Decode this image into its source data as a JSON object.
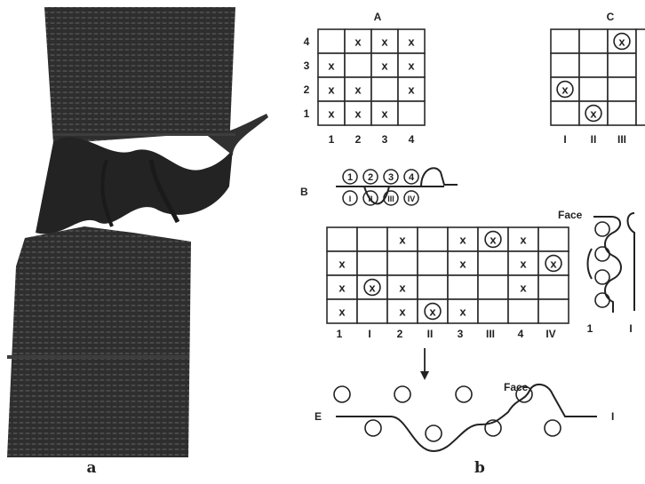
{
  "captions": {
    "photo": "a",
    "diagram": "b"
  },
  "mark_symbol": "x",
  "grid_A": {
    "title": "A",
    "row_labels": [
      "4",
      "3",
      "2",
      "1"
    ],
    "col_labels": [
      "1",
      "2",
      "3",
      "4"
    ],
    "cells": [
      [
        "",
        "x",
        "x",
        "x"
      ],
      [
        "x",
        "",
        "x",
        "x"
      ],
      [
        "x",
        "x",
        "",
        "x"
      ],
      [
        "x",
        "x",
        "x",
        ""
      ]
    ]
  },
  "grid_C": {
    "title": "C",
    "col_labels": [
      "I",
      "II",
      "III"
    ],
    "cells": [
      [
        "",
        "",
        "ox"
      ],
      [
        "",
        "",
        ""
      ],
      [
        "ox",
        "",
        ""
      ],
      [
        "",
        "ox",
        ""
      ]
    ]
  },
  "cross_section_B": {
    "label": "B",
    "top_numbers": [
      "1",
      "2",
      "3",
      "4"
    ],
    "bottom_numbers": [
      "I",
      "II",
      "III",
      "IV"
    ]
  },
  "grid_main": {
    "col_labels": [
      "1",
      "I",
      "2",
      "II",
      "3",
      "III",
      "4",
      "IV"
    ],
    "cells": [
      [
        "",
        "",
        "x",
        "",
        "x",
        "ox",
        "x",
        ""
      ],
      [
        "x",
        "",
        "",
        "",
        "x",
        "",
        "x",
        "ox"
      ],
      [
        "x",
        "ox",
        "x",
        "",
        "",
        "",
        "x",
        ""
      ],
      [
        "x",
        "",
        "x",
        "ox",
        "x",
        "",
        "",
        ""
      ]
    ]
  },
  "side_section": {
    "face_label": "Face",
    "bottom_labels": [
      "1",
      "I"
    ]
  },
  "longitudinal_section": {
    "face_label": "Face",
    "left_label": "E",
    "right_label": "I"
  },
  "colors": {
    "ink": "#222222",
    "photo_dark": "#2b2b2b"
  }
}
